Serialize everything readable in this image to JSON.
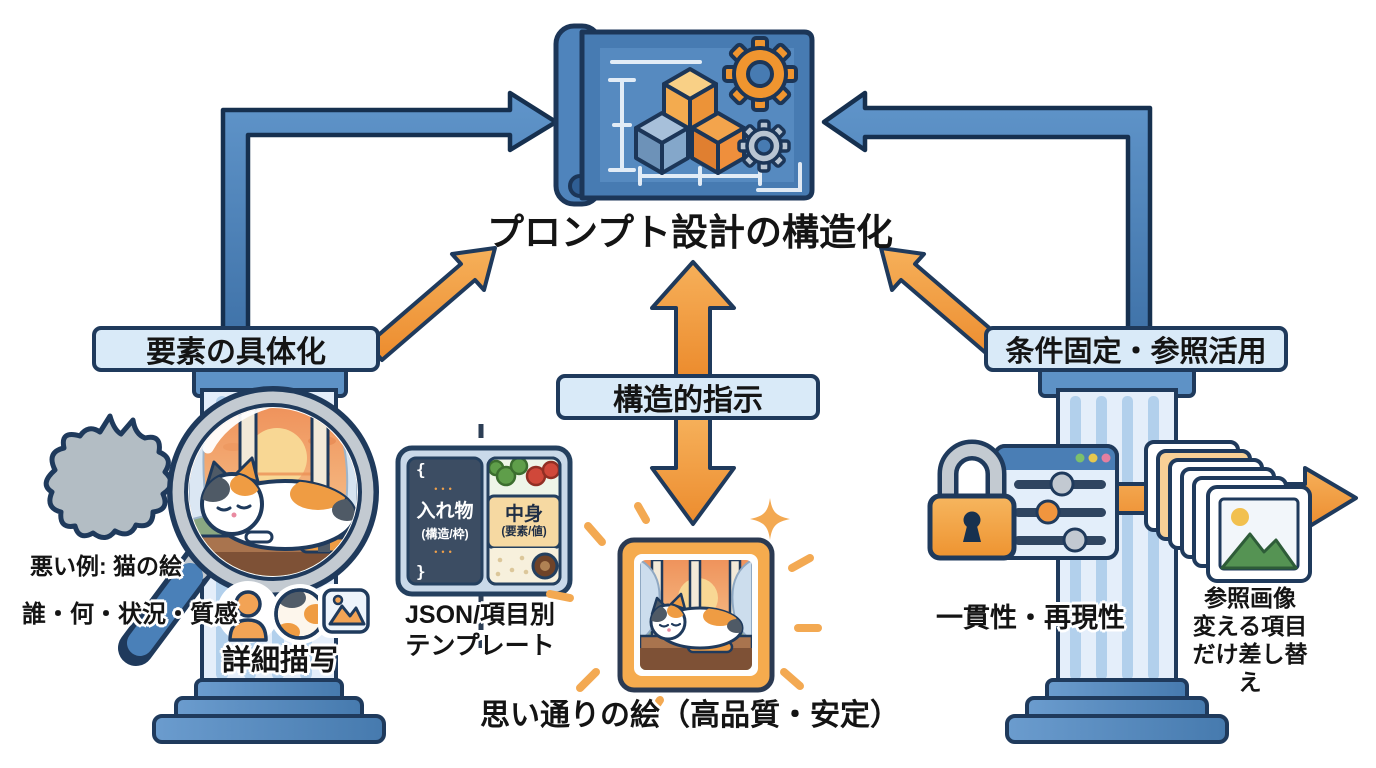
{
  "title": "プロンプト設計の構造化",
  "colors": {
    "blue": "#477bb2",
    "navy": "#1f3a5c",
    "orange": "#f0953e",
    "light_blue": "#d9eaf8"
  },
  "left_branch": {
    "label": "要素の具体化",
    "bad_example": "悪い例: 猫の絵",
    "aspects": "誰・何・状況・質感",
    "caption": "詳細描写"
  },
  "center_branch": {
    "label": "構造的指示",
    "bento": {
      "brace_open": "{",
      "dots": "•••",
      "container_label": "入れ物",
      "container_sub": "(構造/枠)",
      "brace_close": "}",
      "content_label": "中身",
      "content_sub": "(要素/値)"
    },
    "template_caption": "JSON/項目別\nテンプレート",
    "result_caption": "思い通りの絵（高品質・安定）"
  },
  "right_branch": {
    "label": "条件固定・参照活用",
    "caption": "一貫性・再現性",
    "reference_caption": "参照画像\n変える項目だけ差し替え"
  },
  "icons": {
    "blueprint": "blueprint-icon",
    "gears": "gear-icon",
    "cubes": "cube-stack-icon",
    "magnifier": "magnifier-icon",
    "blob": "vague-blob-icon",
    "person": "person-icon",
    "calico": "calico-pattern-icon",
    "photo": "photo-icon",
    "bento": "bento-box-icon",
    "lock": "lock-icon",
    "sliders": "settings-panel-icon",
    "photo_stack": "photo-stack-icon",
    "sparkle": "sparkle-icon"
  }
}
